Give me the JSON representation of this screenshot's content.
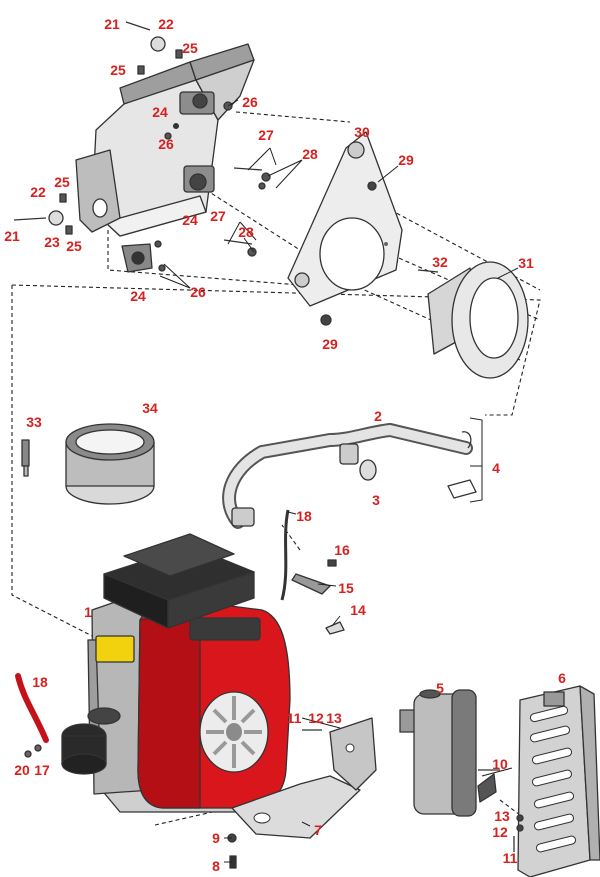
{
  "colors": {
    "callout": "#d8211f",
    "engine_red": "#d8161c",
    "metal_gray": "#c8c8c8",
    "dark_gray": "#3a3a3a",
    "yellow_label": "#f2d20f"
  },
  "callouts": [
    "21",
    "22",
    "25",
    "25",
    "24",
    "26",
    "26",
    "27",
    "28",
    "30",
    "29",
    "22",
    "25",
    "21",
    "23",
    "25",
    "24",
    "27",
    "28",
    "24",
    "26",
    "32",
    "31",
    "29",
    "33",
    "34",
    "2",
    "3",
    "4",
    "18",
    "16",
    "15",
    "14",
    "1",
    "18",
    "20",
    "17",
    "11",
    "12",
    "13",
    "5",
    "6",
    "10",
    "7",
    "9",
    "8",
    "13",
    "12",
    "11"
  ]
}
